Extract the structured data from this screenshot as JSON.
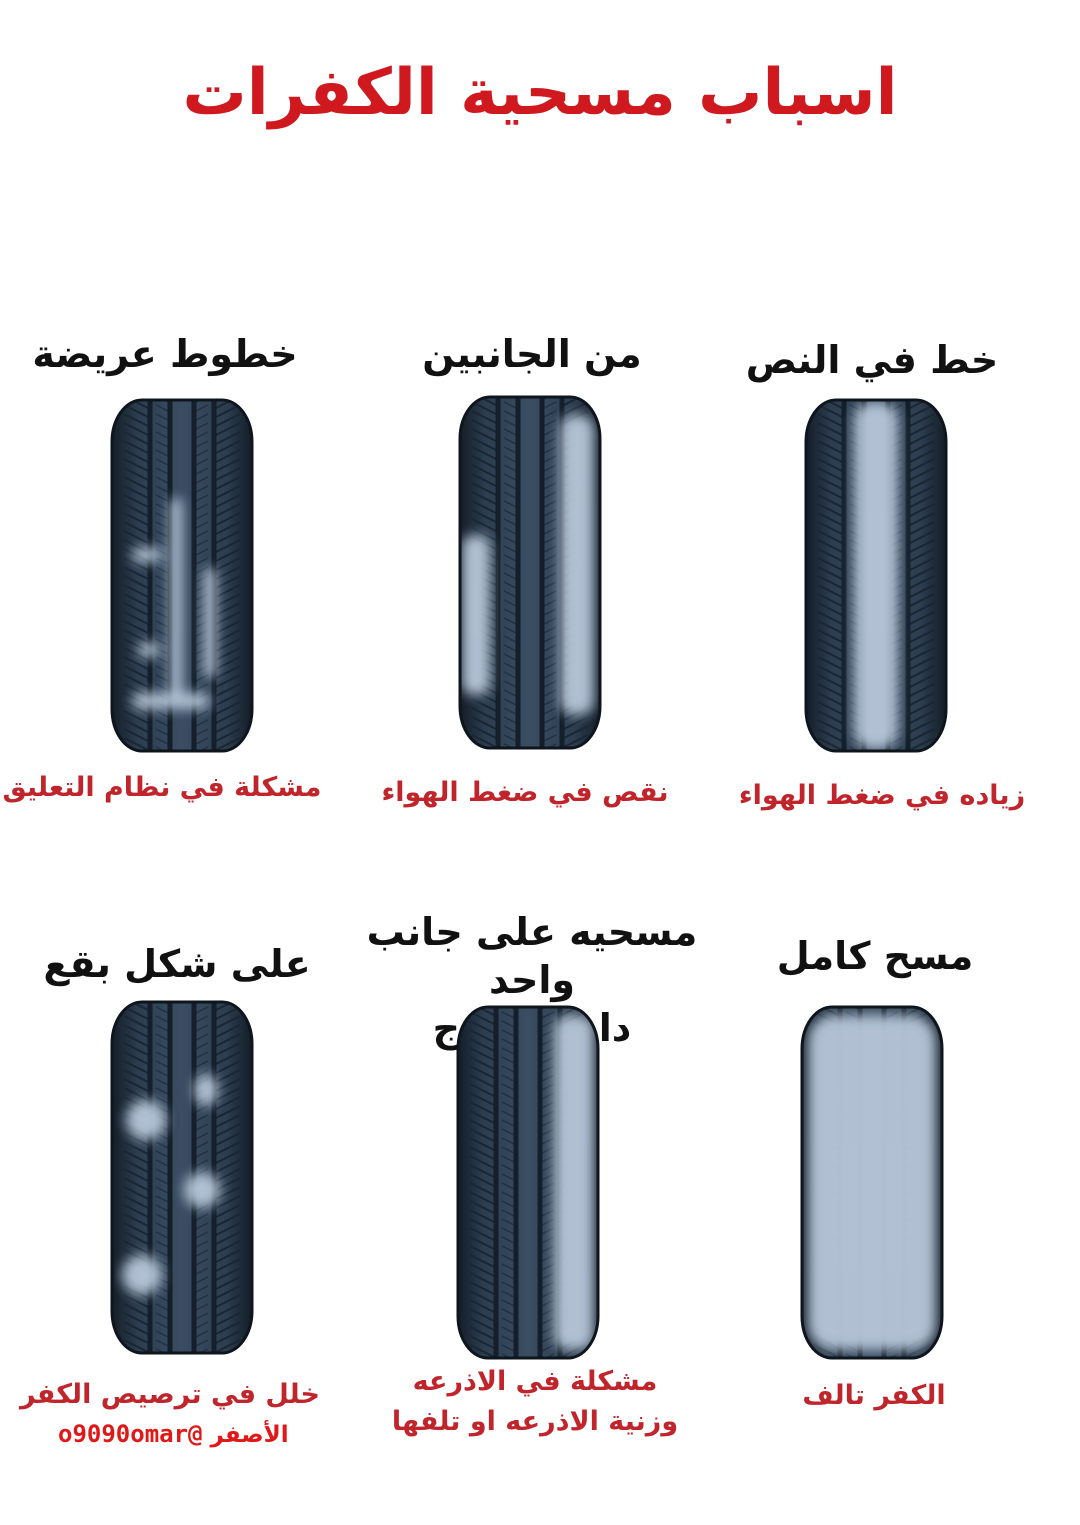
{
  "title": "اسباب مسحية الكفرات",
  "colors": {
    "title": "#d0181f",
    "caption": "#c0252b",
    "heading": "#111111",
    "tire_body": "#2b3d4f",
    "tire_groove": "#141f2b",
    "tire_wear": "#b8c8da",
    "watermark": "#e01818"
  },
  "cells": [
    {
      "heading_lines": [
        "خط في النص"
      ],
      "caption_lines": [
        "زياده في ضغط الهواء"
      ],
      "wear_pattern": "center"
    },
    {
      "heading_lines": [
        "من الجانبين"
      ],
      "caption_lines": [
        "نقص في ضغط الهواء"
      ],
      "wear_pattern": "both-edges"
    },
    {
      "heading_lines": [
        "خطوط عريضة"
      ],
      "caption_lines": [
        "مشكلة في نظام التعليق"
      ],
      "wear_pattern": "cupping"
    },
    {
      "heading_lines": [
        "مسح كامل"
      ],
      "caption_lines": [
        "الكفر تالف"
      ],
      "wear_pattern": "full"
    },
    {
      "heading_lines": [
        "مسحيه على جانب واحد",
        "داخل/خارج"
      ],
      "caption_lines": [
        "مشكلة في الاذرعه",
        "وزنية الاذرعه او تلفها"
      ],
      "wear_pattern": "one-side"
    },
    {
      "heading_lines": [
        "على شكل بقع"
      ],
      "caption_lines": [
        "خلل في ترصيص الكفر"
      ],
      "wear_pattern": "patches"
    }
  ],
  "watermark": {
    "label": "الأصفر",
    "handle": "o9090omar@"
  }
}
